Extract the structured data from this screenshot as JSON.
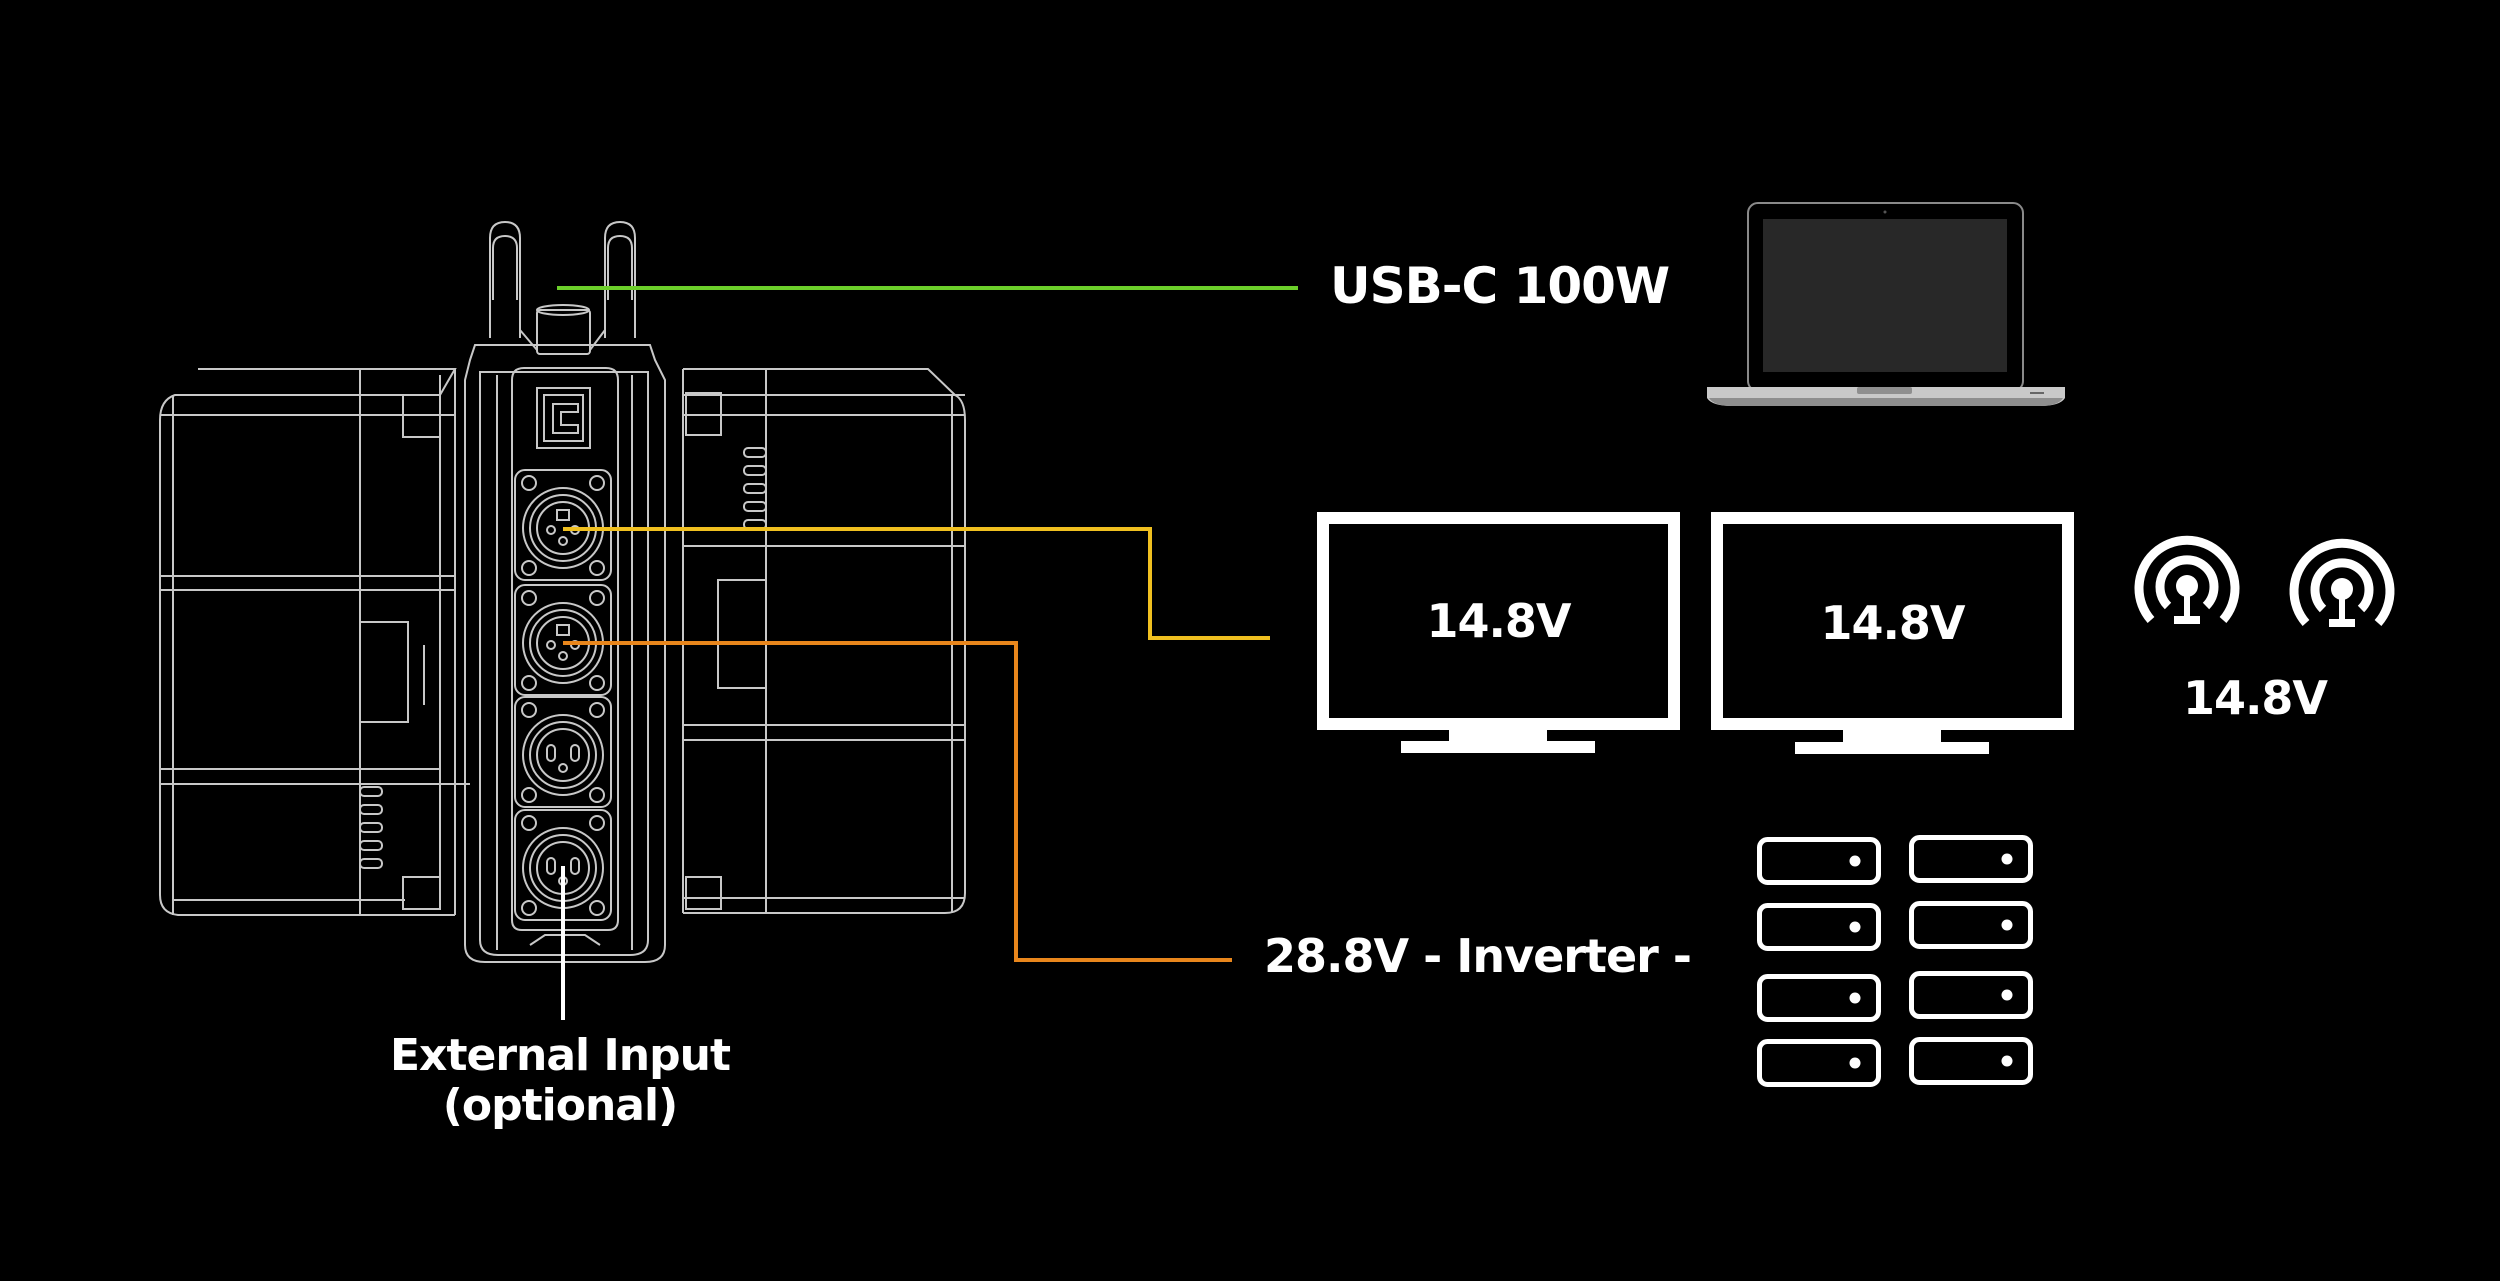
{
  "colors": {
    "background": "#000000",
    "usb_line": "#6ccf2a",
    "monitor_line": "#f0c020",
    "inverter_line": "#e8861c",
    "input_line": "#ffffff",
    "device_outline": "#c8c8c8",
    "laptop_screen": "#282828",
    "laptop_base": "#c9c9c9"
  },
  "device": {
    "name": "battery power distribution unit",
    "ports": [
      {
        "id": "usb-c",
        "type": "USB-C"
      },
      {
        "id": "xlr-1",
        "type": "XLR 4-pin"
      },
      {
        "id": "xlr-2",
        "type": "XLR 3-pin"
      },
      {
        "id": "xlr-3",
        "type": "XLR 4-pin"
      },
      {
        "id": "xlr-4",
        "type": "XLR 4-pin"
      }
    ]
  },
  "connections": [
    {
      "from": "usb-c",
      "label": "USB-C 100W",
      "target": "laptop",
      "color": "#6ccf2a"
    },
    {
      "from": "xlr-1",
      "label": "14.8V",
      "target": "monitors",
      "color": "#f0c020"
    },
    {
      "from": "xlr-2",
      "label": "28.8V - Inverter -",
      "target": "drives",
      "color": "#e8861c"
    },
    {
      "from": "xlr-4",
      "label": "External Input (optional)",
      "target": "input",
      "color": "#ffffff"
    }
  ],
  "labels": {
    "usb": "USB-C 100W",
    "monitor_1": "14.8V",
    "monitor_2": "14.8V",
    "wireless": "14.8V",
    "inverter": "28.8V - Inverter -",
    "external_input_line1": "External Input",
    "external_input_line2": "(optional)"
  },
  "icons": {
    "laptop": "laptop-icon",
    "monitor": "monitor-icon",
    "wireless": "wireless-transmitter-icon",
    "drive": "hard-drive-icon"
  },
  "counts": {
    "monitors": 2,
    "wireless_transmitters": 2,
    "drives": 8
  }
}
